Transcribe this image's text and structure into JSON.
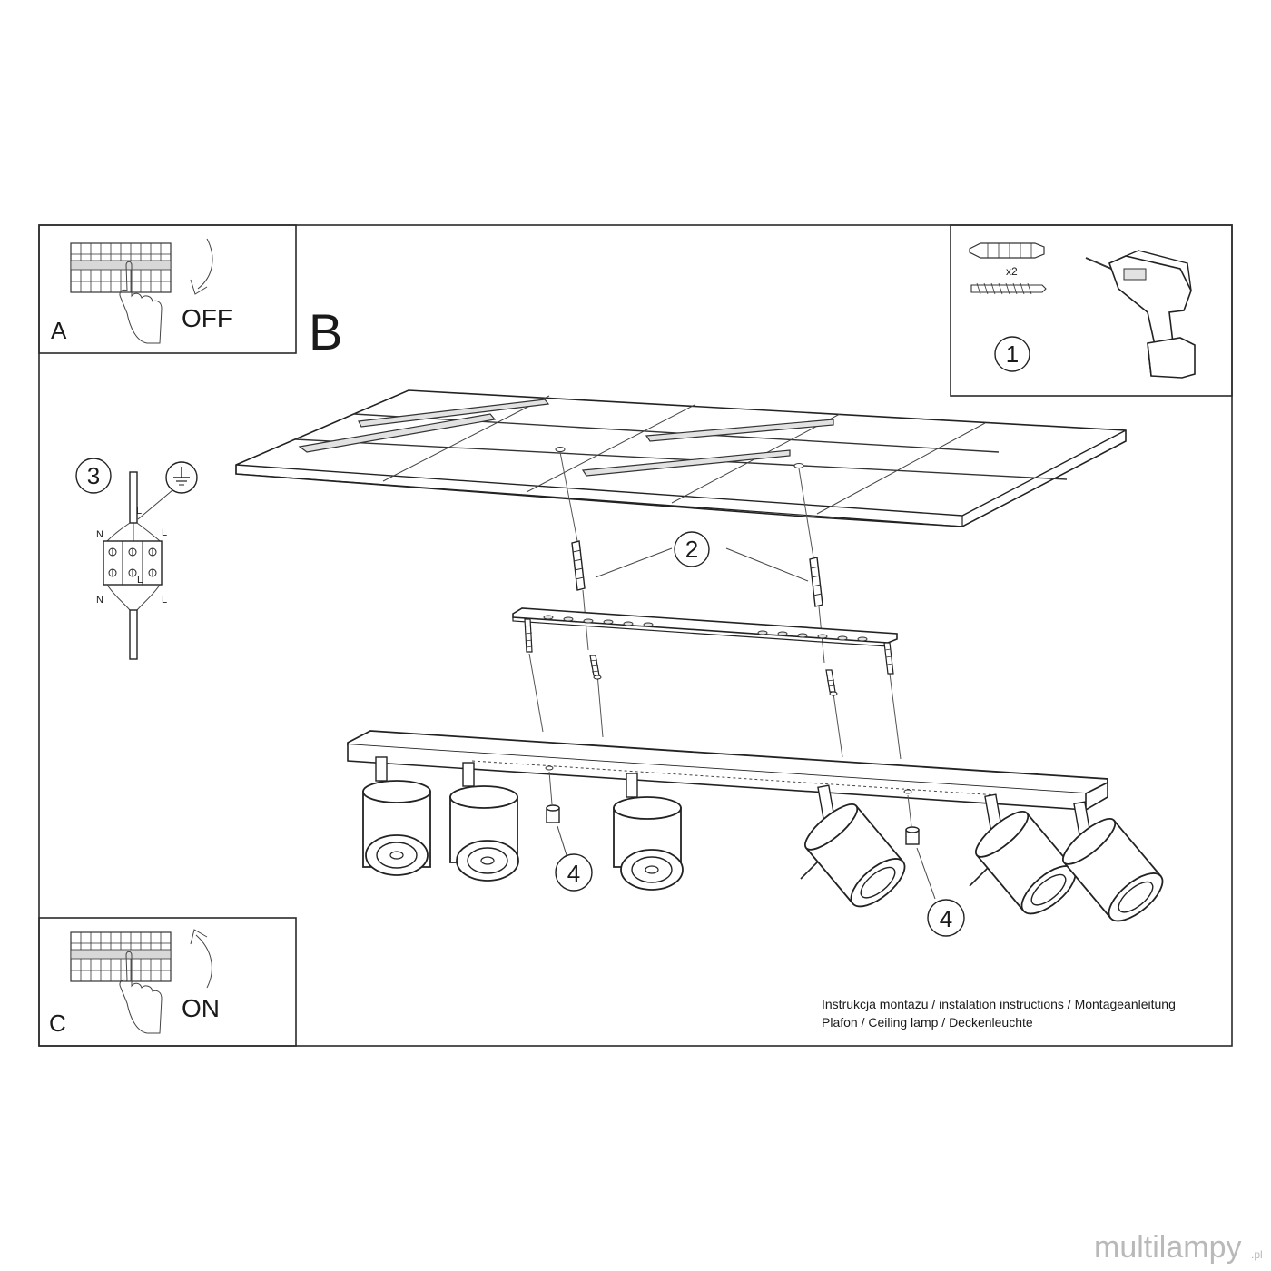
{
  "panels": {
    "a": {
      "letter": "A",
      "action": "OFF"
    },
    "b": {
      "letter": "B"
    },
    "c": {
      "letter": "C",
      "action": "ON"
    }
  },
  "steps": {
    "step1": "1",
    "step1_quantity": "x2",
    "step2": "2",
    "step3": "3",
    "step4_left": "4",
    "step4_right": "4"
  },
  "wiring": {
    "l_top": "L",
    "n_left": "N",
    "l_right": "L",
    "l_center": "L",
    "n_bottom": "N",
    "l_bottom": "L"
  },
  "footer": {
    "line1": "Instrukcja montażu / instalation instructions / Montageanleitung",
    "line2": "Plafon / Ceiling lamp / Deckenleuchte"
  },
  "watermark": {
    "text": "multilampy",
    "suffix": ".pl"
  },
  "icons": [
    "circuit-breaker-icon",
    "hand-icon",
    "curved-arrow-icon",
    "wall-plug-icon",
    "screw-icon",
    "drill-icon",
    "terminal-block-icon",
    "ground-icon",
    "spotlight-icon"
  ]
}
